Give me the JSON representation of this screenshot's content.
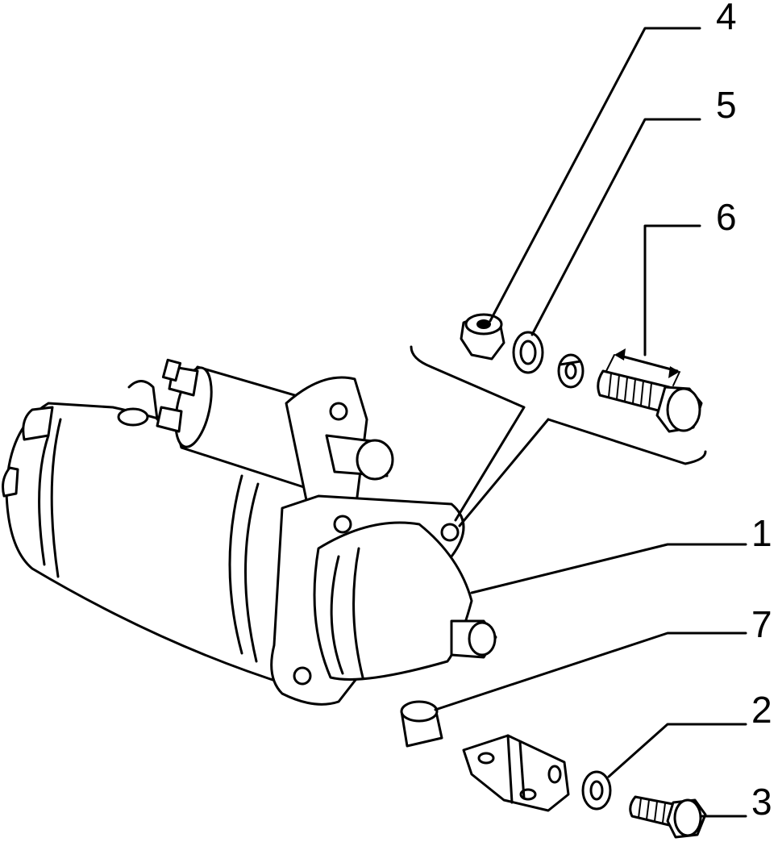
{
  "diagram": {
    "callouts": [
      {
        "label": "4",
        "part": "nut"
      },
      {
        "label": "5",
        "part": "flat-washer"
      },
      {
        "label": "6",
        "part": "long-bolt"
      },
      {
        "label": "1",
        "part": "starter-motor"
      },
      {
        "label": "7",
        "part": "bushing"
      },
      {
        "label": "2",
        "part": "small-washer"
      },
      {
        "label": "3",
        "part": "short-bolt"
      }
    ]
  }
}
